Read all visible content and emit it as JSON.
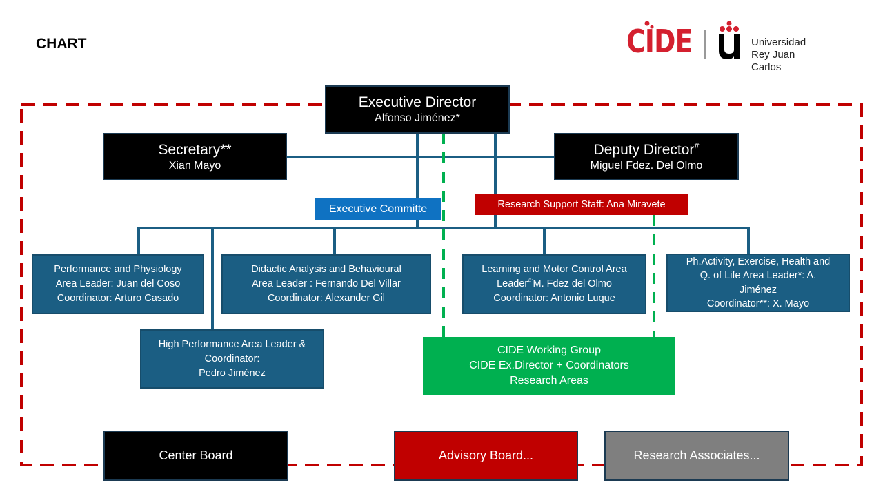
{
  "page": {
    "title": "CHART"
  },
  "logo": {
    "cide": "CIDE",
    "university_line1": "Universidad",
    "university_line2": "Rey Juan Carlos"
  },
  "org": {
    "executive_director": {
      "role": "Executive Director",
      "name": "Alfonso Jiménez*"
    },
    "secretary": {
      "role": "Secretary**",
      "name": "Xian Mayo"
    },
    "deputy_director": {
      "role": "Deputy Director",
      "role_sup": "#",
      "name": "Miguel Fdez. Del Olmo"
    },
    "executive_committee": "Executive Committe",
    "research_support_staff": "Research Support Staff: Ana Miravete",
    "areas": [
      {
        "lines": [
          "Performance and Physiology",
          "Area Leader: Juan del Coso",
          "Coordinator: Arturo Casado"
        ]
      },
      {
        "lines": [
          "Didactic Analysis and Behavioural",
          "Area Leader : Fernando Del Villar",
          "Coordinator: Alexander Gil"
        ]
      },
      {
        "line1": "Learning and Motor Control Area",
        "line2_pre": "Leader",
        "line2_sup": "#:",
        "line2_post": "M. Fdez del Olmo",
        "line3": "Coordinator: Antonio Luque"
      },
      {
        "lines": [
          "Ph.Activity, Exercise, Health and",
          "Q. of Life Area Leader*: A.",
          "Jiménez",
          "Coordinator**: X. Mayo"
        ]
      },
      {
        "lines": [
          "High Performance Area Leader &",
          "Coordinator:",
          "Pedro Jiménez"
        ]
      }
    ],
    "working_group": {
      "lines": [
        "CIDE Working Group",
        "CIDE Ex.Director + Coordinators",
        "Research Areas"
      ]
    },
    "boards": {
      "center_board": "Center Board",
      "advisory_board": "Advisory Board...",
      "research_associates": "Research Associates..."
    }
  },
  "colors": {
    "dashed_border": "#c00000",
    "connector": "#1b5e83",
    "green_dashed": "#00b050",
    "area_box": "#1b5e83",
    "cide_red": "#d4202f"
  }
}
